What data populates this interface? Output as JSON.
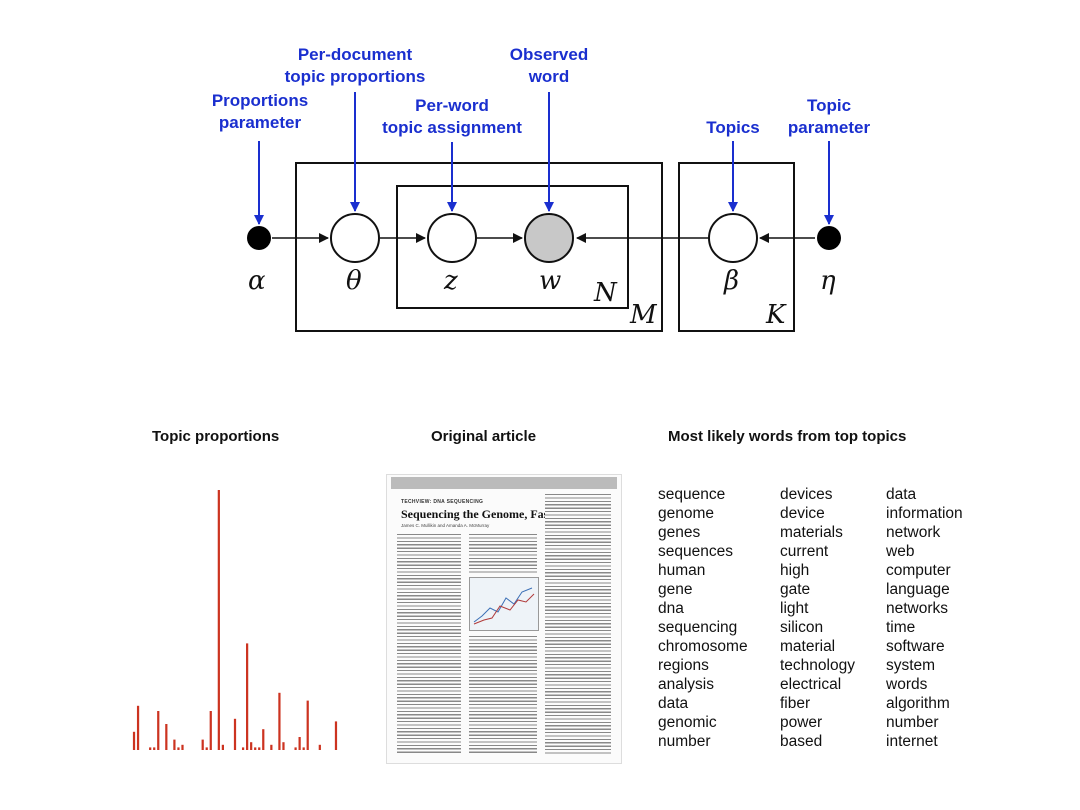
{
  "diagram": {
    "labels": {
      "proportions_parameter": [
        "Proportions",
        "parameter"
      ],
      "per_doc_topic_proportions": [
        "Per-document",
        "topic proportions"
      ],
      "per_word_topic_assignment": [
        "Per-word",
        "topic assignment"
      ],
      "observed_word": [
        "Observed",
        "word"
      ],
      "topics": "Topics",
      "topic_parameter": [
        "Topic",
        "parameter"
      ]
    },
    "symbols": {
      "alpha": "α",
      "theta": "θ",
      "z": "z",
      "w": "w",
      "beta": "β",
      "eta": "η",
      "N": "N",
      "M": "M",
      "K": "K"
    },
    "colors": {
      "label": "#1a2fcf",
      "observed_node": "#c8c8c8",
      "bar": "#cc3320"
    }
  },
  "sections": {
    "topic_proportions": "Topic proportions",
    "original_article": "Original article",
    "top_words": "Most likely words from top topics"
  },
  "chart_data": {
    "type": "bar",
    "values": [
      0.07,
      0.17,
      0,
      0,
      0.01,
      0.01,
      0.15,
      0,
      0.1,
      0,
      0.04,
      0.01,
      0.02,
      0,
      0,
      0,
      0,
      0.04,
      0.01,
      0.15,
      0,
      1.0,
      0.02,
      0,
      0,
      0.12,
      0,
      0.01,
      0.41,
      0.03,
      0.01,
      0.01,
      0.08,
      0,
      0.02,
      0,
      0.22,
      0.03,
      0,
      0,
      0.01,
      0.05,
      0.01,
      0.19,
      0,
      0,
      0.02,
      0,
      0,
      0,
      0.11
    ],
    "color": "#cc3320",
    "grid": false,
    "ylim": [
      0,
      1
    ]
  },
  "article": {
    "kicker": "TECHVIEW: DNA SEQUENCING",
    "title": "Sequencing the Genome, Fast",
    "authors": "James C. Mullikin and Amanda A. McMurray"
  },
  "word_columns": [
    [
      "sequence",
      "genome",
      "genes",
      "sequences",
      "human",
      "gene",
      "dna",
      "sequencing",
      "chromosome",
      "regions",
      "analysis",
      "data",
      "genomic",
      "number"
    ],
    [
      "devices",
      "device",
      "materials",
      "current",
      "high",
      "gate",
      "light",
      "silicon",
      "material",
      "technology",
      "electrical",
      "fiber",
      "power",
      "based"
    ],
    [
      "data",
      "information",
      "network",
      "web",
      "computer",
      "language",
      "networks",
      "time",
      "software",
      "system",
      "words",
      "algorithm",
      "number",
      "internet"
    ]
  ]
}
